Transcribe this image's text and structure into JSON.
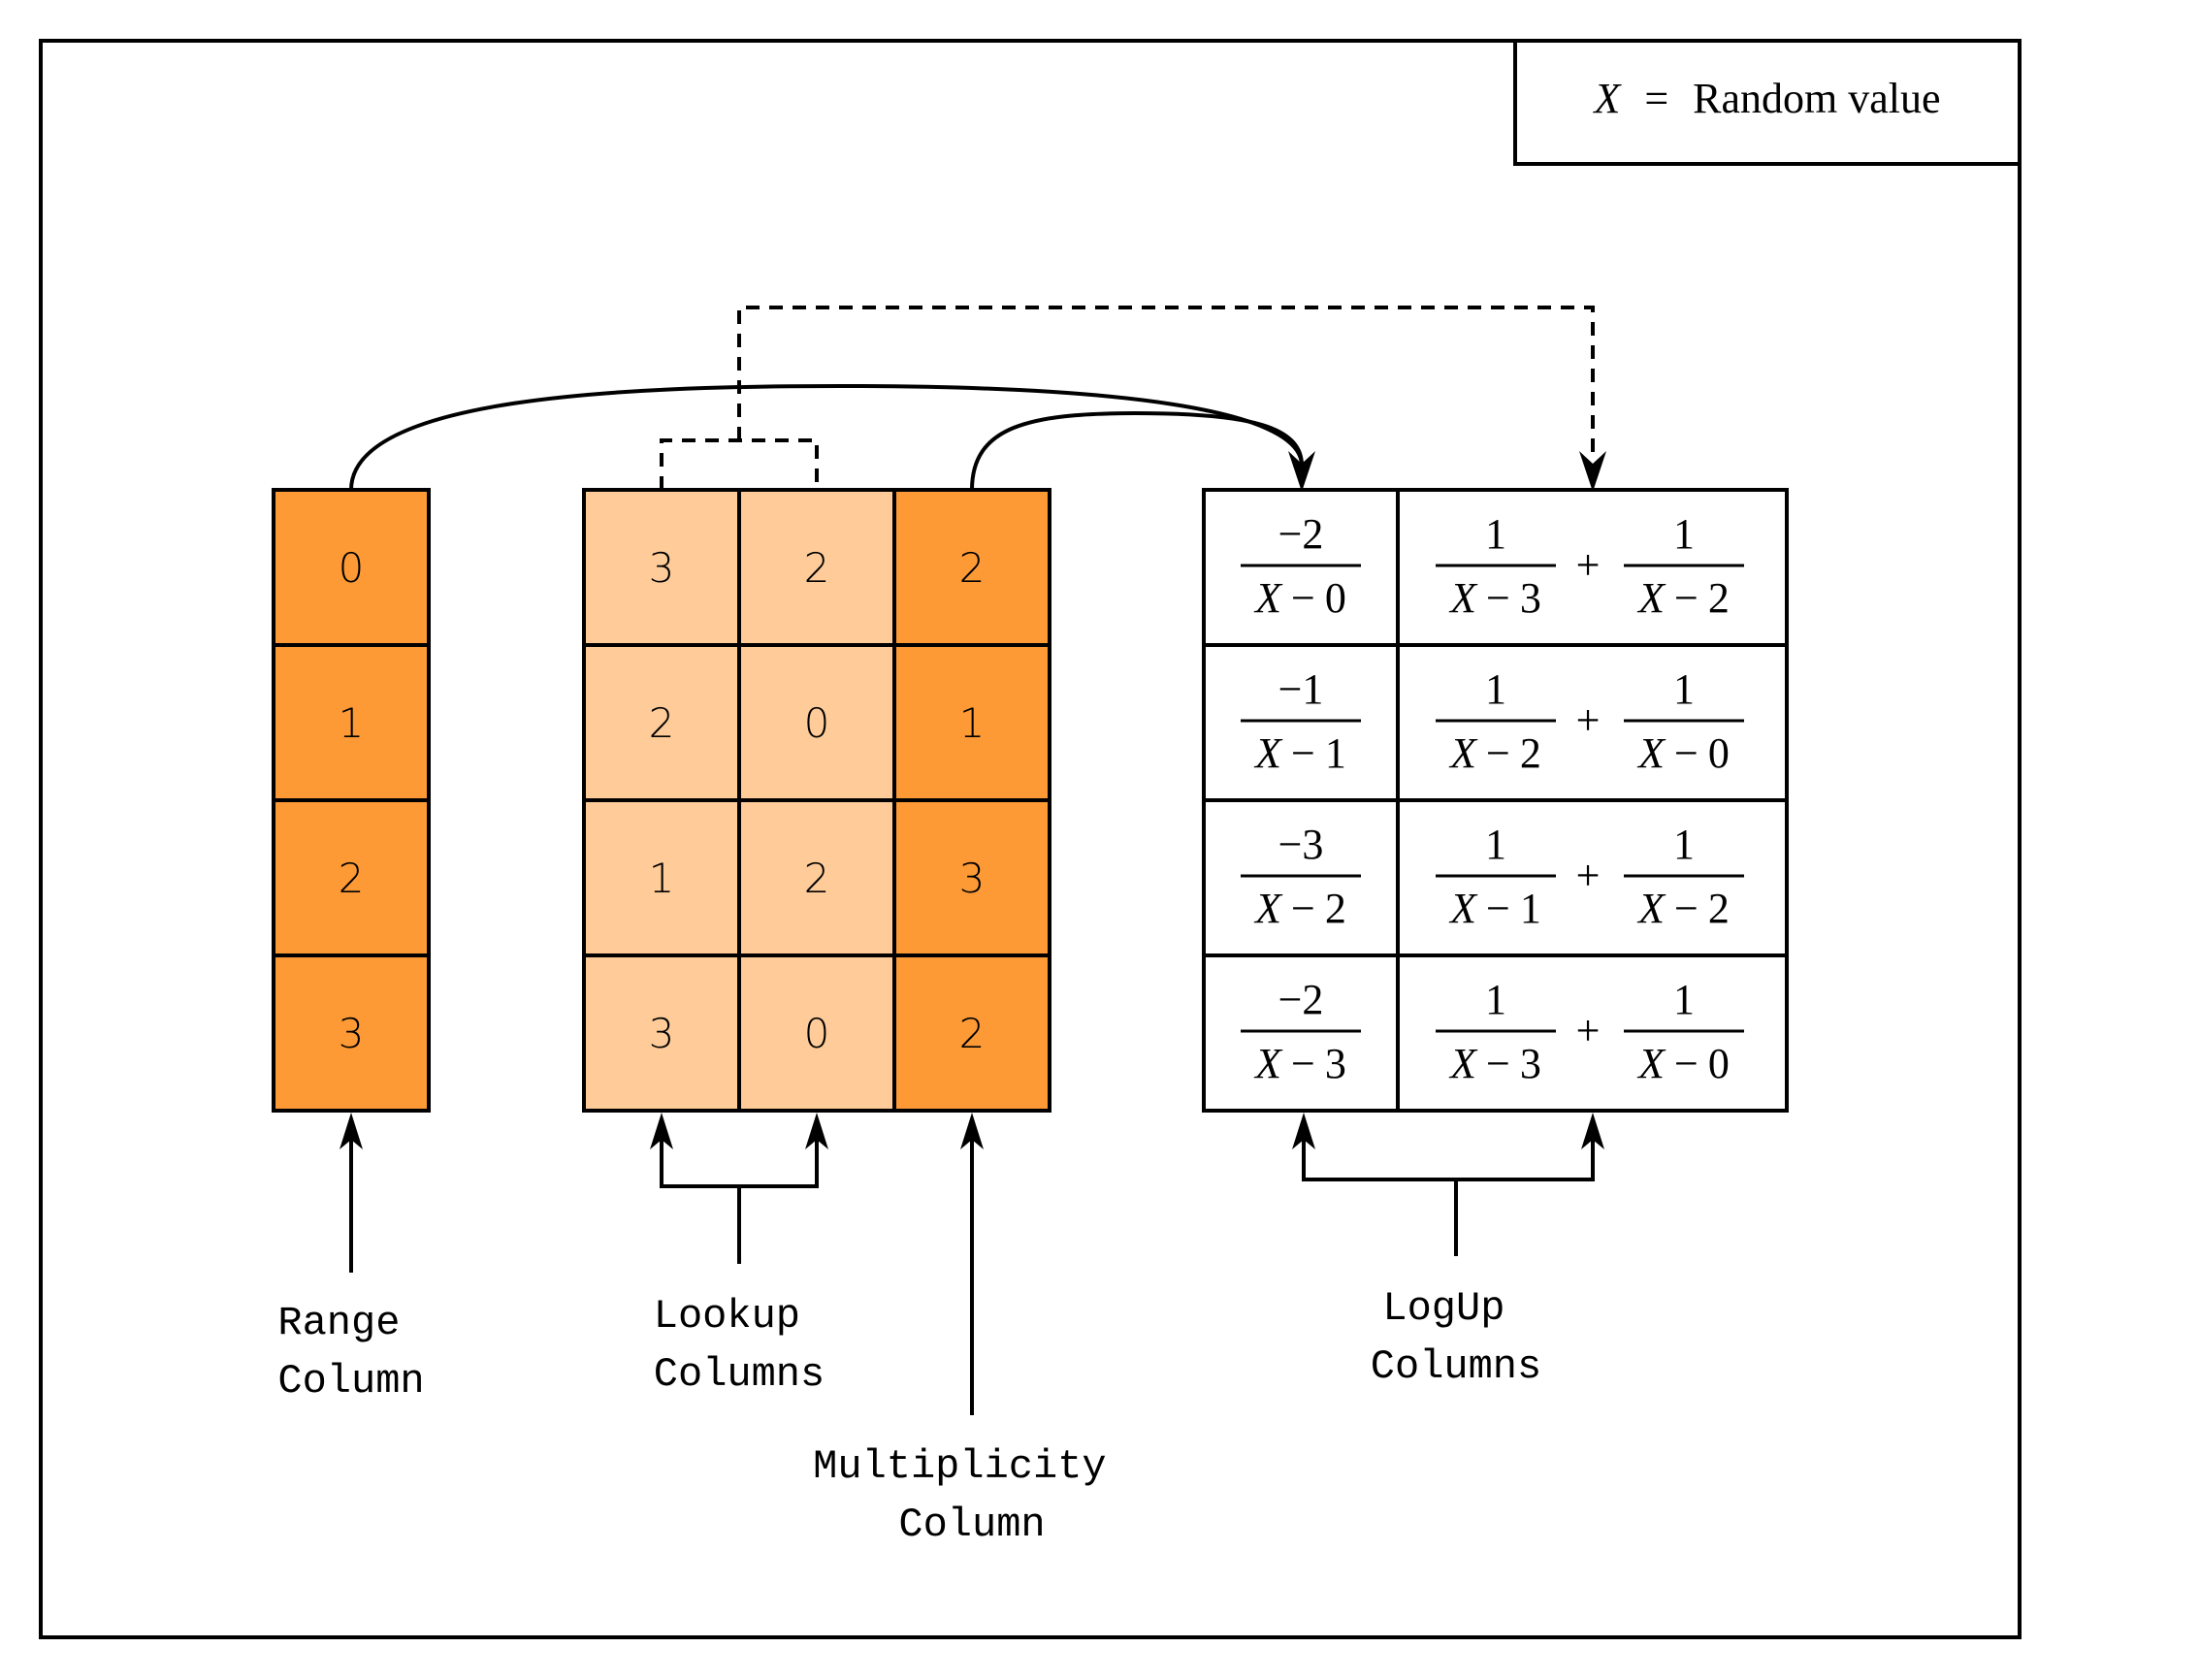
{
  "legend": {
    "variable": "X",
    "equals": "=",
    "description": "Random value"
  },
  "colors": {
    "primary_column": "#FD9A36",
    "lookup_column": "#FECB99",
    "logup_column": "#FFFFFF",
    "stroke": "#000000"
  },
  "range_column": {
    "values": [
      "0",
      "1",
      "2",
      "3"
    ],
    "label_lines": [
      "Range",
      "Column"
    ]
  },
  "lookup_columns": {
    "rows": [
      [
        "3",
        "2"
      ],
      [
        "2",
        "0"
      ],
      [
        "1",
        "2"
      ],
      [
        "3",
        "0"
      ]
    ],
    "label_lines": [
      "Lookup",
      "Columns"
    ]
  },
  "multiplicity_column": {
    "values": [
      "2",
      "1",
      "3",
      "2"
    ],
    "label_lines": [
      "Multiplicity",
      "Column"
    ]
  },
  "logup_columns": {
    "label_lines": [
      "LogUp",
      "Columns"
    ],
    "rows": [
      {
        "mult": {
          "num": "−2",
          "den_var": "X",
          "den_op": "−",
          "den_val": "0"
        },
        "sum": [
          {
            "num": "1",
            "den_var": "X",
            "den_op": "−",
            "den_val": "3"
          },
          {
            "num": "1",
            "den_var": "X",
            "den_op": "−",
            "den_val": "2"
          }
        ],
        "plus": "+"
      },
      {
        "mult": {
          "num": "−1",
          "den_var": "X",
          "den_op": "−",
          "den_val": "1"
        },
        "sum": [
          {
            "num": "1",
            "den_var": "X",
            "den_op": "−",
            "den_val": "2"
          },
          {
            "num": "1",
            "den_var": "X",
            "den_op": "−",
            "den_val": "0"
          }
        ],
        "plus": "+"
      },
      {
        "mult": {
          "num": "−3",
          "den_var": "X",
          "den_op": "−",
          "den_val": "2"
        },
        "sum": [
          {
            "num": "1",
            "den_var": "X",
            "den_op": "−",
            "den_val": "1"
          },
          {
            "num": "1",
            "den_var": "X",
            "den_op": "−",
            "den_val": "2"
          }
        ],
        "plus": "+"
      },
      {
        "mult": {
          "num": "−2",
          "den_var": "X",
          "den_op": "−",
          "den_val": "3"
        },
        "sum": [
          {
            "num": "1",
            "den_var": "X",
            "den_op": "−",
            "den_val": "3"
          },
          {
            "num": "1",
            "den_var": "X",
            "den_op": "−",
            "den_val": "0"
          }
        ],
        "plus": "+"
      }
    ]
  }
}
